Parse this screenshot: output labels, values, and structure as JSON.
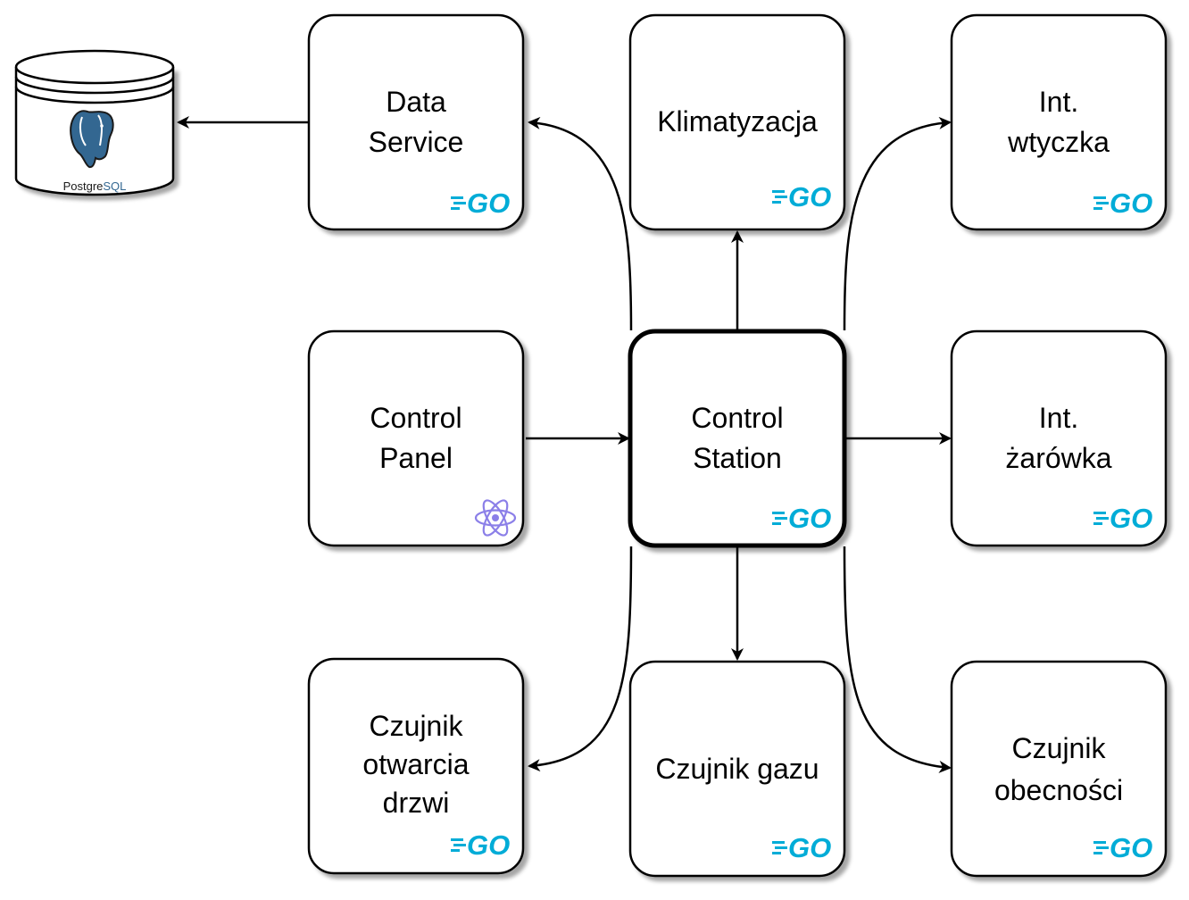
{
  "nodes": {
    "data_service": {
      "line1": "Data",
      "line2": "Service",
      "badge": "go-logo"
    },
    "klimatyzacja": {
      "line1": "Klimatyzacja",
      "badge": "go-logo"
    },
    "int_wtyczka": {
      "line1": "Int.",
      "line2": "wtyczka",
      "badge": "go-logo"
    },
    "control_panel": {
      "line1": "Control",
      "line2": "Panel",
      "badge": "react-atom-icon"
    },
    "control_station": {
      "line1": "Control",
      "line2": "Station",
      "badge": "go-logo"
    },
    "int_zarowka": {
      "line1": "Int.",
      "line2": "żarówka",
      "badge": "go-logo"
    },
    "czujnik_drzwi": {
      "line1": "Czujnik",
      "line2": "otwarcia",
      "line3": "drzwi",
      "badge": "go-logo"
    },
    "czujnik_gazu": {
      "line1": "Czujnik gazu",
      "badge": "go-logo"
    },
    "czujnik_obecnosci": {
      "line1": "Czujnik",
      "line2": "obecności",
      "badge": "go-logo"
    }
  },
  "database": {
    "label_a": "Postgre",
    "label_b": "SQL",
    "icon": "postgresql-elephant-icon"
  },
  "go_logo_text": "GO",
  "colors": {
    "go": "#00acd7",
    "react": "#8b7fe8",
    "postgres": "#336791",
    "stroke": "#000000"
  }
}
